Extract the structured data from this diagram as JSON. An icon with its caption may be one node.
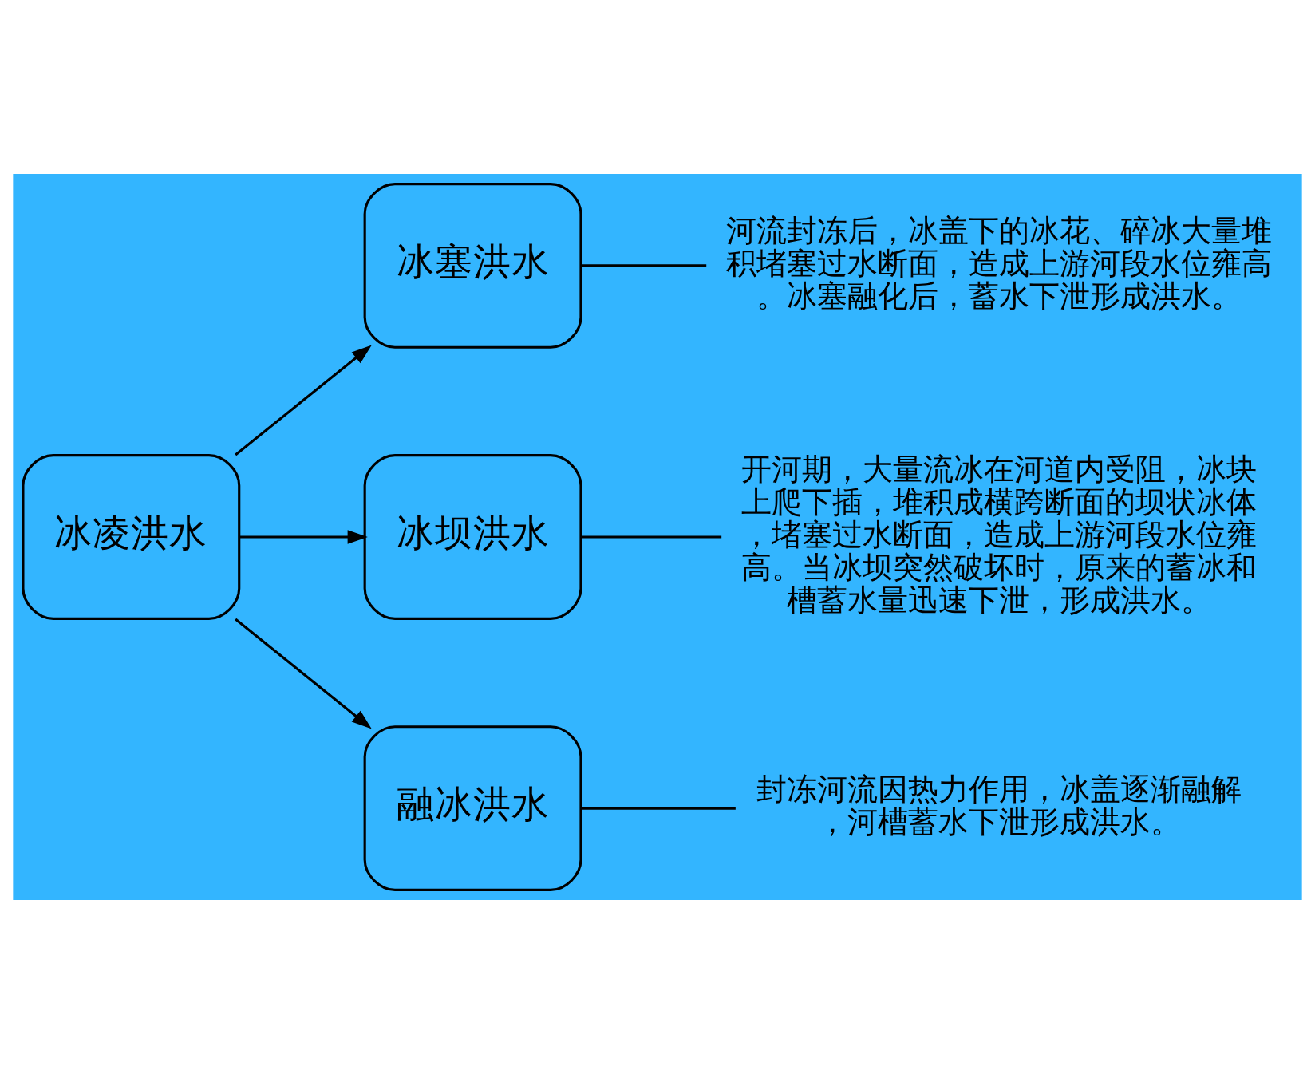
{
  "diagram": {
    "nodes": [
      {
        "text": [
          "冰凌洪水"
        ]
      },
      {
        "text": [
          "冰塞洪水"
        ]
      },
      {
        "text": [
          "河流封冻后，冰盖下的冰花、碎冰大量堆积堵塞过水断面，造成上游河段水位雍高。冰塞融化后，蓄水下泄形成洪水。"
        ]
      },
      {
        "text": [
          "冰坝洪水"
        ]
      },
      {
        "text": [
          "开河期，大量流冰在河道内受阻，冰块上爬下插，堆积成横跨断面的坝状冰体，堵塞过水断面，造成上游河段水位雍高。当冰坝突然破坏时，原来的蓄冰和槽蓄水量迅速下泄，形成洪水。"
        ]
      },
      {
        "text": [
          "融冰洪水"
        ]
      },
      {
        "text": [
          "封冻河流因热力作用，冰盖逐渐融解，河槽蓄水下泄形成洪水。"
        ]
      }
    ],
    "edges": [
      {
        "from": 0,
        "to": 1,
        "arrow": "to"
      },
      {
        "from": 0,
        "to": 3,
        "arrow": "to"
      },
      {
        "from": 0,
        "to": 5,
        "arrow": "to"
      },
      {
        "from": 1,
        "to": 2,
        "arrow": "none"
      },
      {
        "from": 3,
        "to": 4,
        "arrow": "none"
      },
      {
        "from": 5,
        "to": 6,
        "arrow": "none"
      }
    ]
  }
}
